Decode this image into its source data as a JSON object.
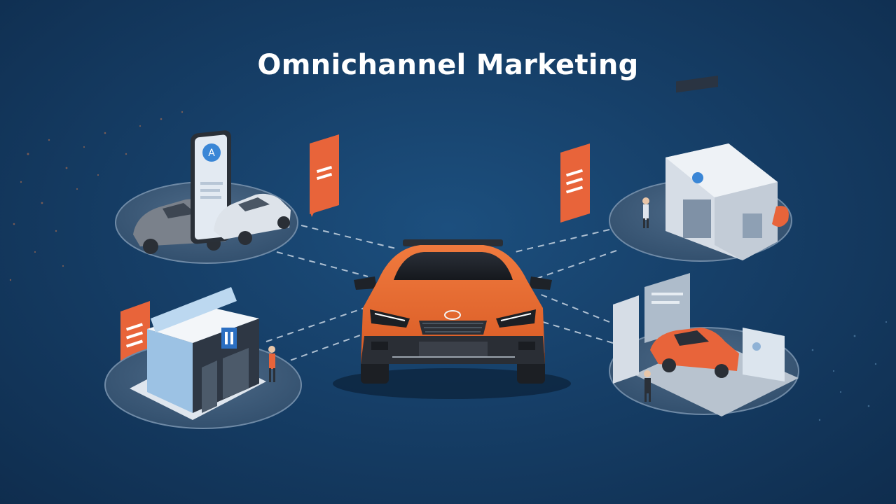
{
  "title": "Omnichannel Marketing",
  "colors": {
    "background": "#163f68",
    "accent": "#e8643a",
    "connector": "#c9d6e3",
    "platform": "#3f5c7a"
  },
  "scene": {
    "center": "orange-suv",
    "channels": [
      "mobile-app",
      "flagship-store",
      "dealership",
      "online-showroom"
    ],
    "icons": [
      "chat-bubble-icon",
      "app-logo-icon",
      "store-logo-icon"
    ]
  }
}
